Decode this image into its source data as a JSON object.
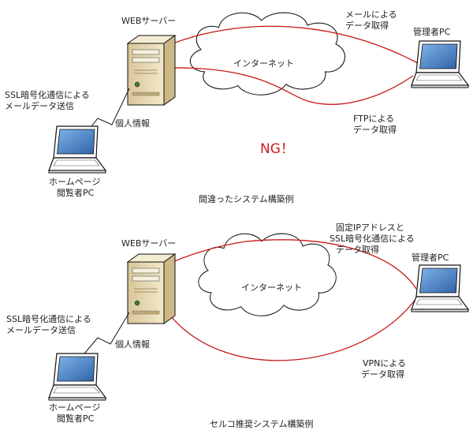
{
  "top": {
    "server_label": "WEBサーバー",
    "internet_label": "インターネット",
    "admin_label": "管理者PC",
    "mail_label": [
      "メールによる",
      "データ取得"
    ],
    "ftp_label": [
      "FTPによる",
      "データ取得"
    ],
    "ssl_label": [
      "SSL暗号化通信による",
      "メールデータ送信"
    ],
    "personal_label": "個人情報",
    "viewer_label": [
      "ホームページ",
      "閲覧者PC"
    ],
    "ng_label": "NG！",
    "caption": "間違ったシステム構築例"
  },
  "bottom": {
    "server_label": "WEBサーバー",
    "internet_label": "インターネット",
    "admin_label": "管理者PC",
    "ip_label": [
      "固定IPアドレスと",
      "SSL暗号化通信による",
      "データ取得"
    ],
    "vpn_label": [
      "VPNによる",
      "データ取得"
    ],
    "ssl_label": [
      "SSL暗号化通信による",
      "メールデータ送信"
    ],
    "personal_label": "個人情報",
    "viewer_label": [
      "ホームページ",
      "閲覧者PC"
    ],
    "caption": "セルコ推奨システム構築例"
  },
  "colors": {
    "line": "#c81a1a",
    "server": "#e9dbb4",
    "screen": "#4a86c8"
  }
}
